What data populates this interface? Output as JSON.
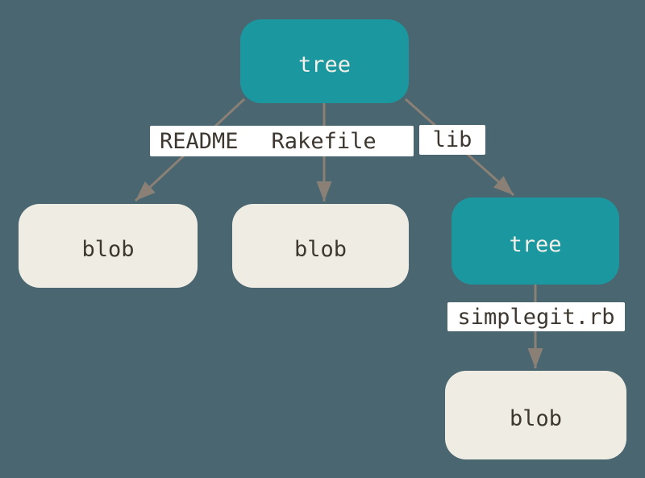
{
  "diagram": {
    "colors": {
      "background": "#4A6670",
      "node_tree": "#1B97A0",
      "node_blob": "#EFEDE3",
      "edge": "#8A8075",
      "label_bg": "#FFFFFF",
      "text_dark": "#3D3730",
      "text_light": "#F2F0E8"
    },
    "nodes": [
      {
        "id": "tree-root",
        "type": "tree",
        "label": "tree"
      },
      {
        "id": "blob-readme",
        "type": "blob",
        "label": "blob"
      },
      {
        "id": "blob-rakefile",
        "type": "blob",
        "label": "blob"
      },
      {
        "id": "tree-lib",
        "type": "tree",
        "label": "tree"
      },
      {
        "id": "blob-simplegit",
        "type": "blob",
        "label": "blob"
      }
    ],
    "edges": [
      {
        "from": "tree-root",
        "to": "blob-readme",
        "label": "README"
      },
      {
        "from": "tree-root",
        "to": "blob-rakefile",
        "label": "Rakefile"
      },
      {
        "from": "tree-root",
        "to": "tree-lib",
        "label": "lib"
      },
      {
        "from": "tree-lib",
        "to": "blob-simplegit",
        "label": "simplegit.rb"
      }
    ]
  }
}
